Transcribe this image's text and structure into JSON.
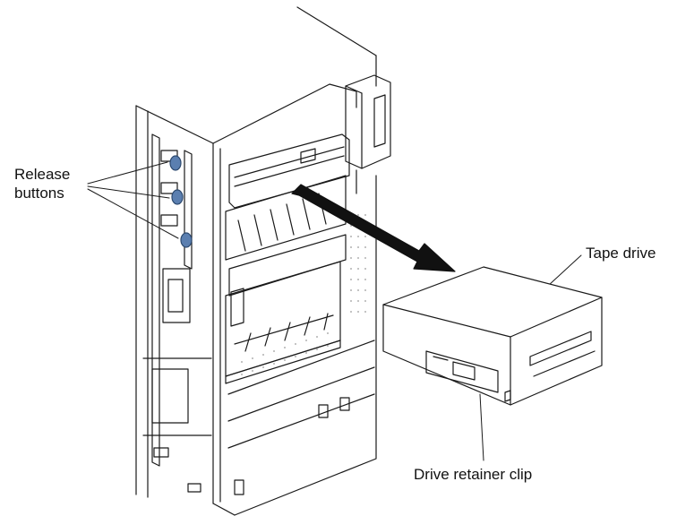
{
  "labels": {
    "release_line1": "Release",
    "release_line2": "buttons",
    "tape_drive": "Tape drive",
    "retainer_clip": "Drive retainer clip"
  },
  "colors": {
    "line": "#1a1a1a",
    "release_button": "#5b7fb0",
    "arrow": "#111111"
  }
}
